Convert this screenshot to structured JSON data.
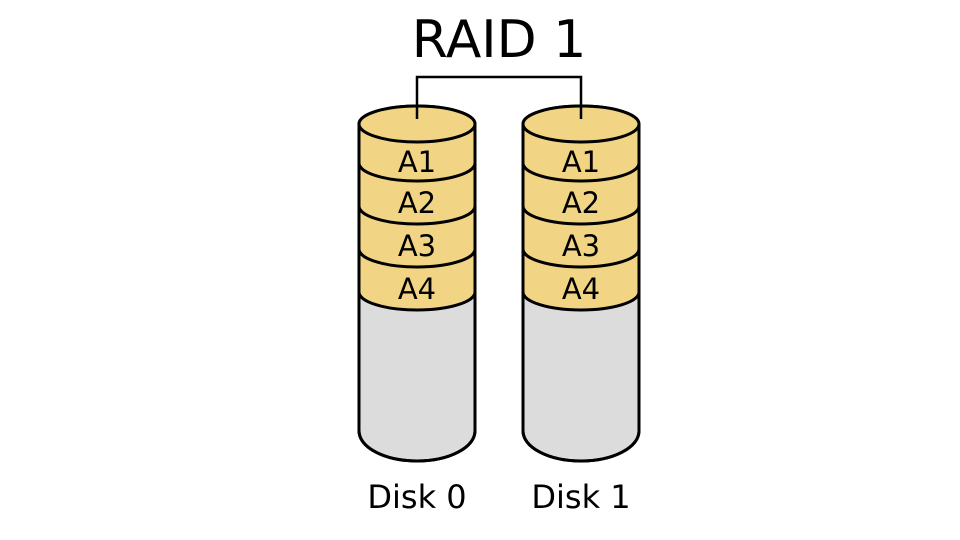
{
  "title": "RAID 1",
  "disks": [
    {
      "label": "Disk 0",
      "blocks": [
        "A1",
        "A2",
        "A3",
        "A4"
      ]
    },
    {
      "label": "Disk 1",
      "blocks": [
        "A1",
        "A2",
        "A3",
        "A4"
      ]
    }
  ],
  "colors": {
    "block_fill": "#F2D584",
    "disk_fill": "#DCDCDC",
    "outline": "#000000",
    "background": "#FFFFFF"
  }
}
